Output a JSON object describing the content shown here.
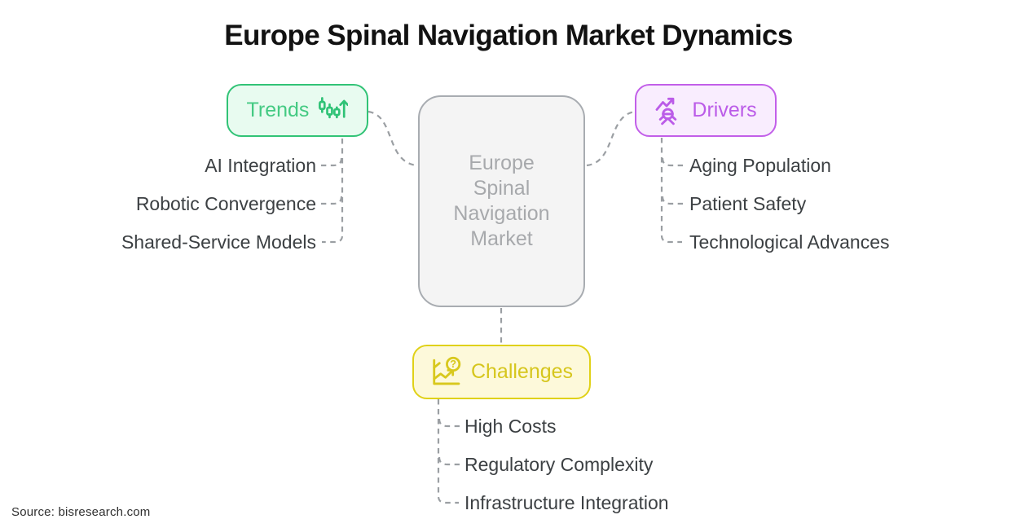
{
  "title": "Europe Spinal Navigation Market Dynamics",
  "source": "Source: bisresearch.com",
  "center": {
    "label": "Europe Spinal Navigation Market",
    "lines": [
      "Europe",
      "Spinal",
      "Navigation",
      "Market"
    ]
  },
  "branches": {
    "trends": {
      "label": "Trends",
      "icon": "candlestick-up-arrow-icon",
      "color": "#31c376",
      "bg": "#e8fbf0",
      "items": [
        "AI Integration",
        "Robotic Convergence",
        "Shared-Service Models"
      ]
    },
    "drivers": {
      "label": "Drivers",
      "icon": "person-growth-arrow-icon",
      "color": "#c25fe9",
      "bg": "#f9edfe",
      "items": [
        "Aging Population",
        "Patient Safety",
        "Technological Advances"
      ]
    },
    "challenges": {
      "label": "Challenges",
      "icon": "line-chart-question-icon",
      "color": "#e0d118",
      "bg": "#fdf9da",
      "items": [
        "High Costs",
        "Regulatory Complexity",
        "Infrastructure Integration"
      ]
    }
  },
  "colors": {
    "connector": "#9b9fa3",
    "center_border": "#a8acb1",
    "center_bg": "#f4f4f4",
    "center_text": "#a7a9ac",
    "item_text": "#3c4043",
    "title_text": "#121212"
  }
}
